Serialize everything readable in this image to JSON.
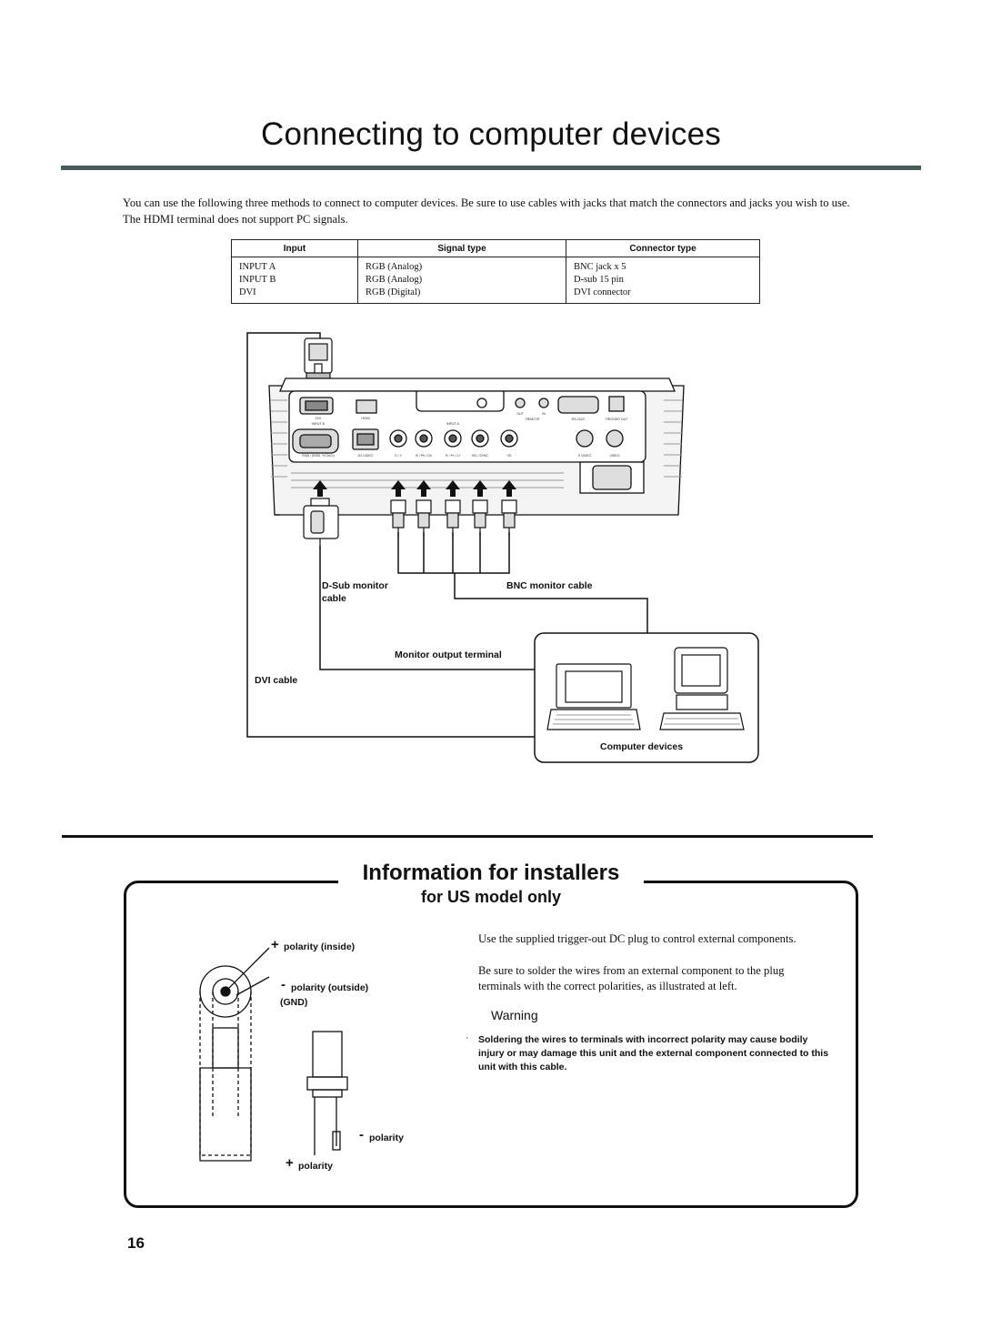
{
  "page": {
    "title": "Connecting to computer devices",
    "intro": "You can use the following three methods to connect to computer devices. Be sure to use cables with jacks that match the connectors and jacks you wish to use. The HDMI terminal does not support PC signals.",
    "page_number": "16"
  },
  "table": {
    "headers": [
      "Input",
      "Signal type",
      "Connector type"
    ],
    "rows": [
      [
        "INPUT A",
        "RGB (Analog)",
        "BNC jack x 5"
      ],
      [
        "INPUT B",
        "RGB (Analog)",
        "D-sub 15 pin"
      ],
      [
        "DVI",
        "RGB (Digital)",
        "DVI connector"
      ]
    ]
  },
  "diagram": {
    "dsub_label_1": "D-Sub monitor",
    "dsub_label_2": "cable",
    "bnc_label": "BNC monitor cable",
    "monitor_output_label": "Monitor output terminal",
    "dvi_label": "DVI cable",
    "computer_label": "Computer devices",
    "panel_labels": {
      "dvi": "DVI",
      "hdmi": "HDMI",
      "input_b": "INPUT B",
      "input_a": "INPUT A",
      "rgb_b": "RGB / (RGB, Y/Cb/Cr)",
      "mini": "D4 VIDEO",
      "g_y": "G / Y",
      "b_pb": "B / Pb / Cb",
      "r_pr": "R / Pr / Cr",
      "hd_sync": "HD / SYNC",
      "vd": "VD",
      "out": "OUT",
      "in": "IN",
      "remote": "REMOTE",
      "rs232": "RS-232C",
      "trigger": "TRIGGER OUT",
      "svideo": "S VIDEO",
      "video": "VIDEO"
    }
  },
  "installers": {
    "title": "Information for installers",
    "subtitle": "for US model only",
    "para1": "Use the supplied trigger-out DC plug to control external components.",
    "para2": "Be sure to solder the wires from an external component to the plug terminals with the correct polarities, as illustrated at left.",
    "warning_title": "Warning",
    "warning_bullet": "·",
    "warning_text": "Soldering the wires to terminals with incorrect polarity may cause bodily injury or may damage this unit and the external component connected to this unit with this cable.",
    "plus_inside": "polarity (inside)",
    "minus_outside": "polarity (outside)",
    "gnd": "(GND)",
    "minus_polarity": "polarity",
    "plus_polarity": "polarity",
    "plus_sign": "+",
    "minus_sign": "-"
  }
}
